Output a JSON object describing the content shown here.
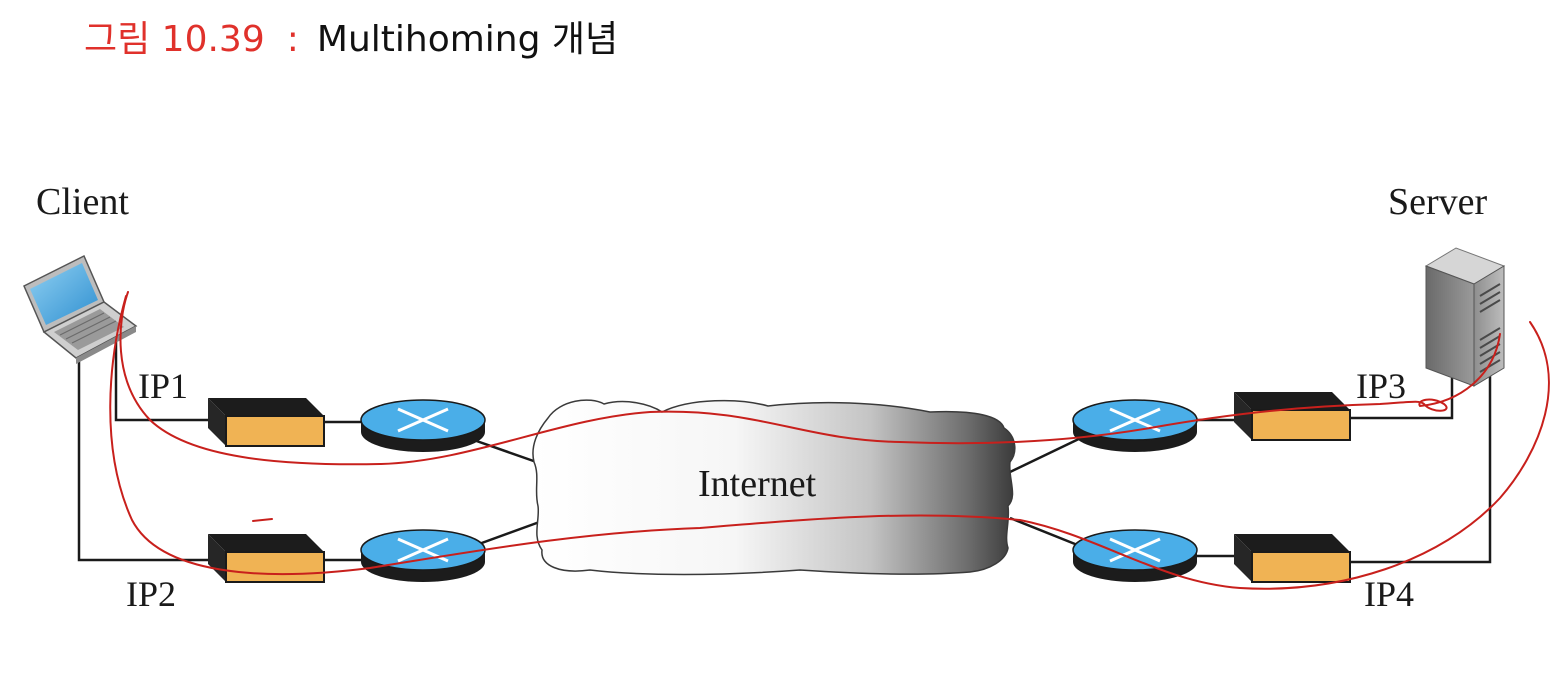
{
  "figure": {
    "number_label": "그림 10.39",
    "separator": ":",
    "caption": "Multihoming 개념"
  },
  "diagram": {
    "client_label": "Client",
    "server_label": "Server",
    "internet_label": "Internet",
    "ip_labels": {
      "ip1": "IP1",
      "ip2": "IP2",
      "ip3": "IP3",
      "ip4": "IP4"
    },
    "colors": {
      "title_accent": "#e0312b",
      "box_orange": "#f0b354",
      "router_blue": "#4aaee8",
      "annotation_red": "#c8201c",
      "wire": "#1a1a1a"
    }
  }
}
